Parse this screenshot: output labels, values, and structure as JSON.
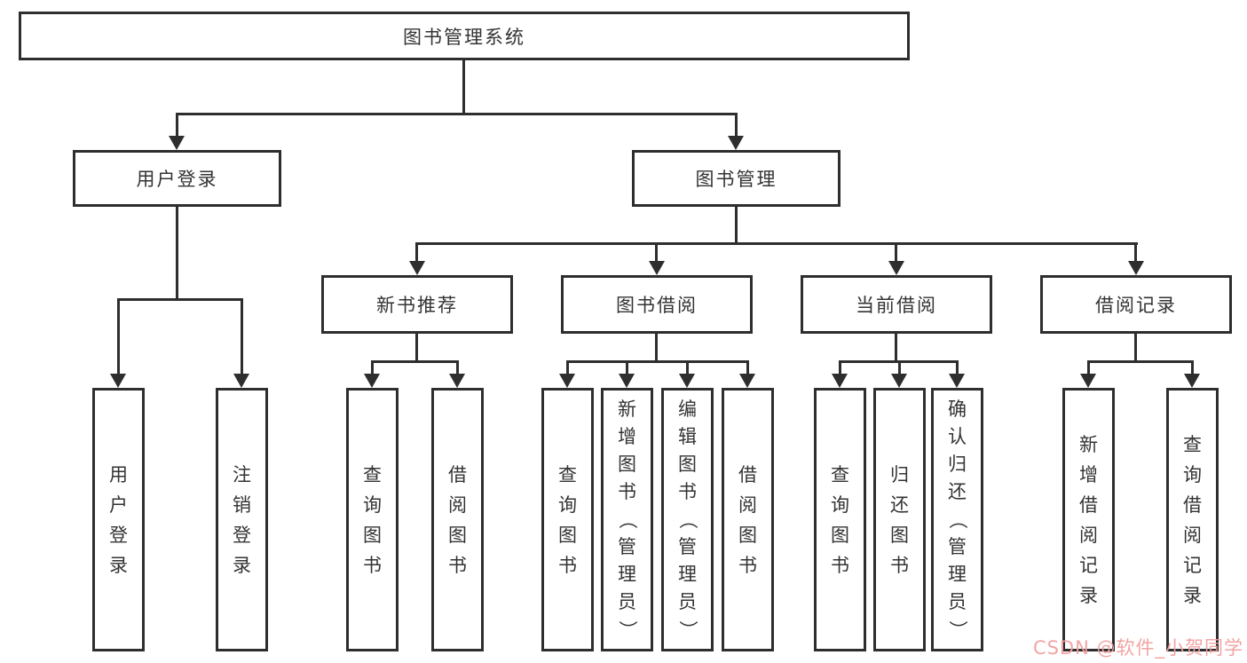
{
  "diagram": {
    "root": {
      "label": "图书管理系统"
    },
    "level2": [
      {
        "label": "用户登录"
      },
      {
        "label": "图书管理"
      }
    ],
    "level3": [
      {
        "label": "新书推荐"
      },
      {
        "label": "图书借阅"
      },
      {
        "label": "当前借阅"
      },
      {
        "label": "借阅记录"
      }
    ],
    "leaves": {
      "user_login": [
        "用户登录",
        "注销登录"
      ],
      "new_book": [
        "查询图书",
        "借阅图书"
      ],
      "book_borrow": [
        "查询图书",
        "新增图书（管理员）",
        "编辑图书（管理员）",
        "借阅图书"
      ],
      "current_borrow": [
        "查询图书",
        "归还图书",
        "确认归还（管理员）"
      ],
      "borrow_records": [
        "新增借阅记录",
        "查询借阅记录"
      ]
    }
  },
  "watermark": {
    "text": "CSDN @软件_小贺同学",
    "color": "#f2a0a0"
  },
  "colors": {
    "line": "#2e2e2e",
    "text": "#333333",
    "background": "#ffffff"
  }
}
